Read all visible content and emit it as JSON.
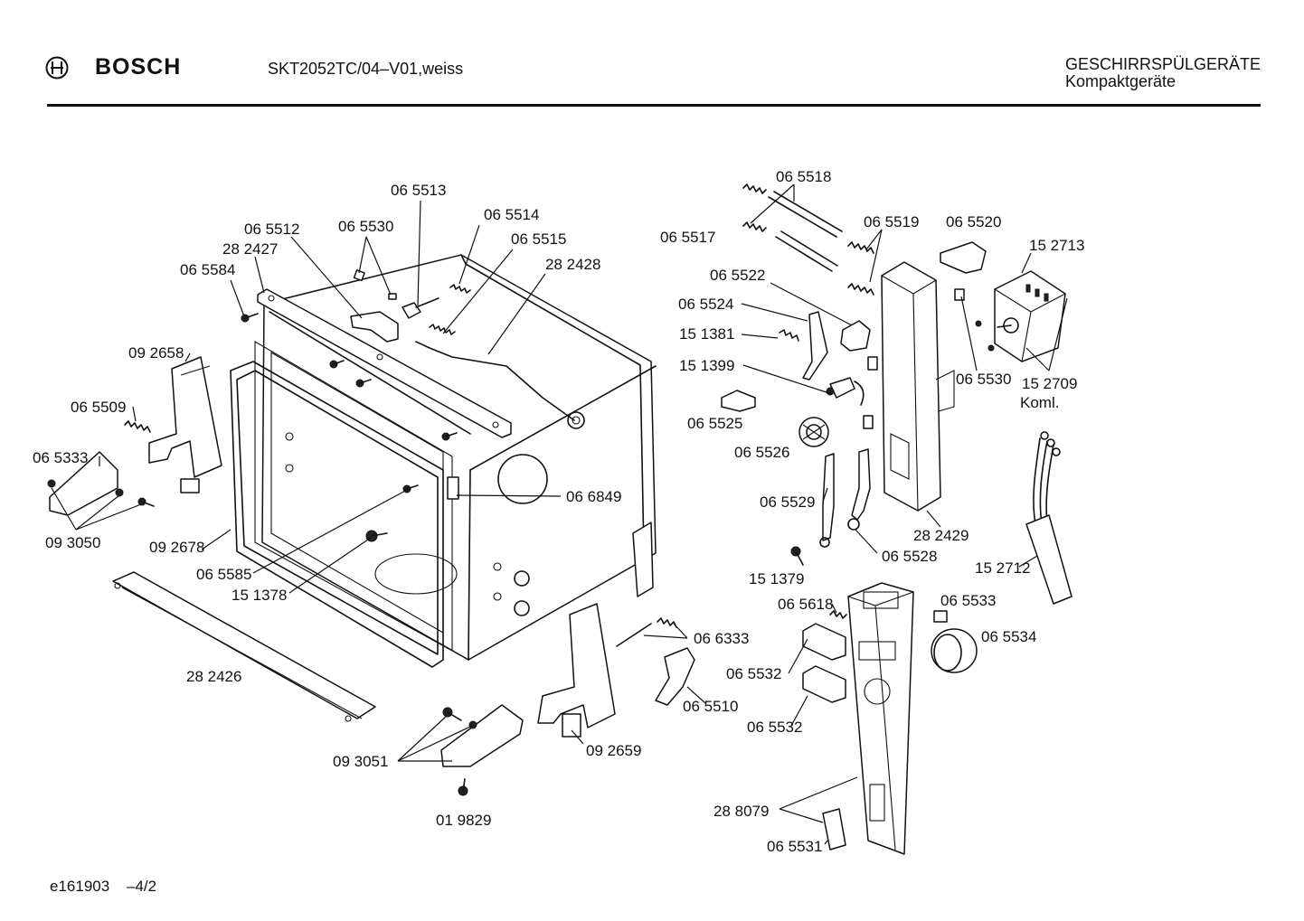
{
  "header": {
    "brand": "BOSCH",
    "model": "SKT2052TC/04–V01,weiss",
    "category_line1": "GESCHIRRSPÜLGERÄTE",
    "category_line2": "Kompaktgeräte"
  },
  "footer": {
    "drawing_code": "e161903",
    "page": "–4/2"
  },
  "part_labels": [
    "06 5513",
    "06 5514",
    "06 5515",
    "28 2428",
    "06 5512",
    "06 5530",
    "28 2427",
    "06 5584",
    "09 2658",
    "06 5509",
    "06 5333",
    "09 3050",
    "09 2678",
    "06 5585",
    "15 1378",
    "06 6849",
    "28 2426",
    "09 3051",
    "01 9829",
    "09 2659",
    "06 6333",
    "06 5510",
    "06 5518",
    "06 5517",
    "06 5519",
    "06 5520",
    "15 2713",
    "06 5522",
    "06 5524",
    "15 1381",
    "15 1399",
    "06 5525",
    "06 5526",
    "06 5530",
    "15 2709",
    "Koml.",
    "06 5529",
    "06 5528",
    "28 2429",
    "15 1379",
    "15 2712",
    "06 5618",
    "06 5533",
    "06 5534",
    "06 5532",
    "06 5532",
    "28 8079",
    "06 5531"
  ]
}
